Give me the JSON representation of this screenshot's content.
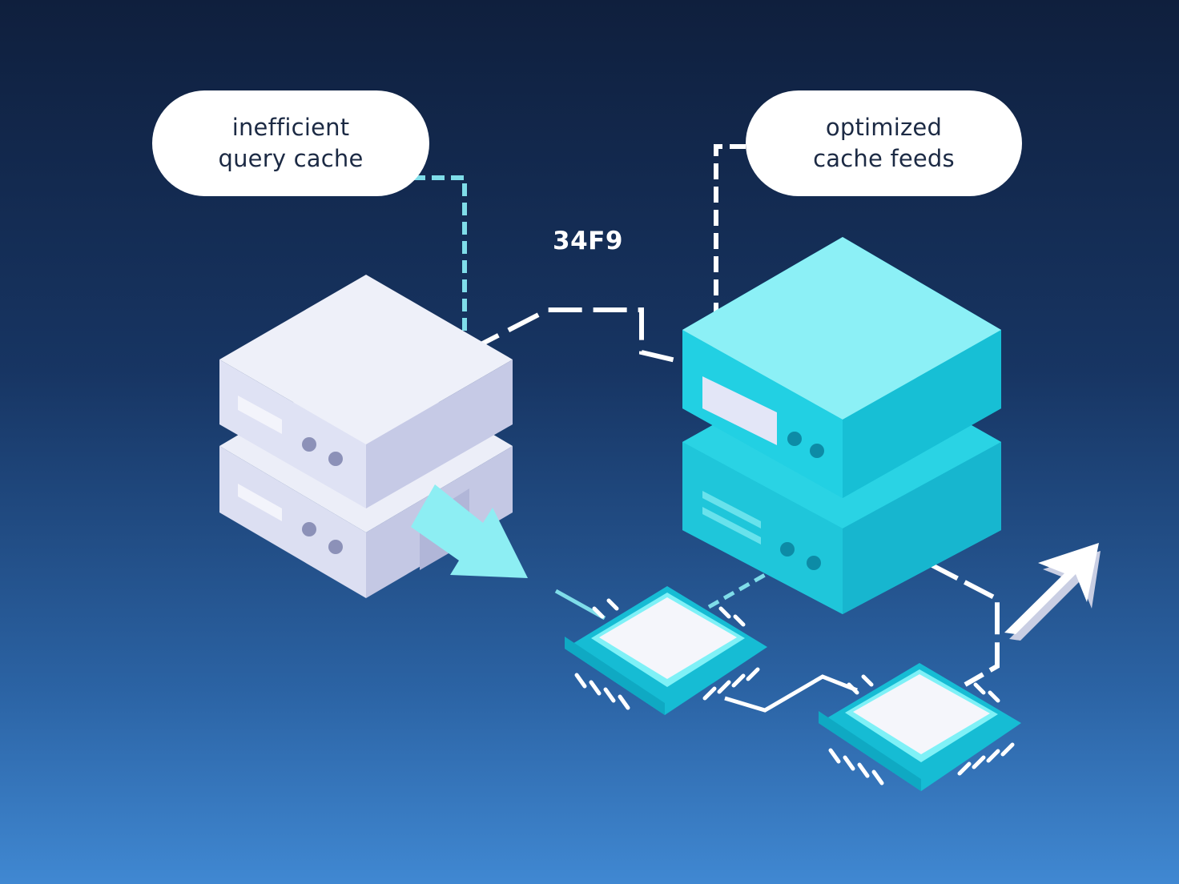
{
  "callouts": {
    "left": {
      "line1": "inefficient",
      "line2": "query cache"
    },
    "right": {
      "line1": "optimized",
      "line2": "cache feeds"
    }
  },
  "code_label": "34F9",
  "colors": {
    "background_top": "#0f1f3d",
    "background_bottom": "#4088d2",
    "server_legacy": "#dcdff2",
    "server_optimized": "#22cfe2",
    "chip": "#19c3da",
    "connector": "#ffffff",
    "accent_line": "#7fdde9"
  },
  "icons": [
    "legacy-server-icon",
    "optimized-server-icon",
    "chip-icon",
    "flow-arrow-icon",
    "output-arrow-icon"
  ]
}
